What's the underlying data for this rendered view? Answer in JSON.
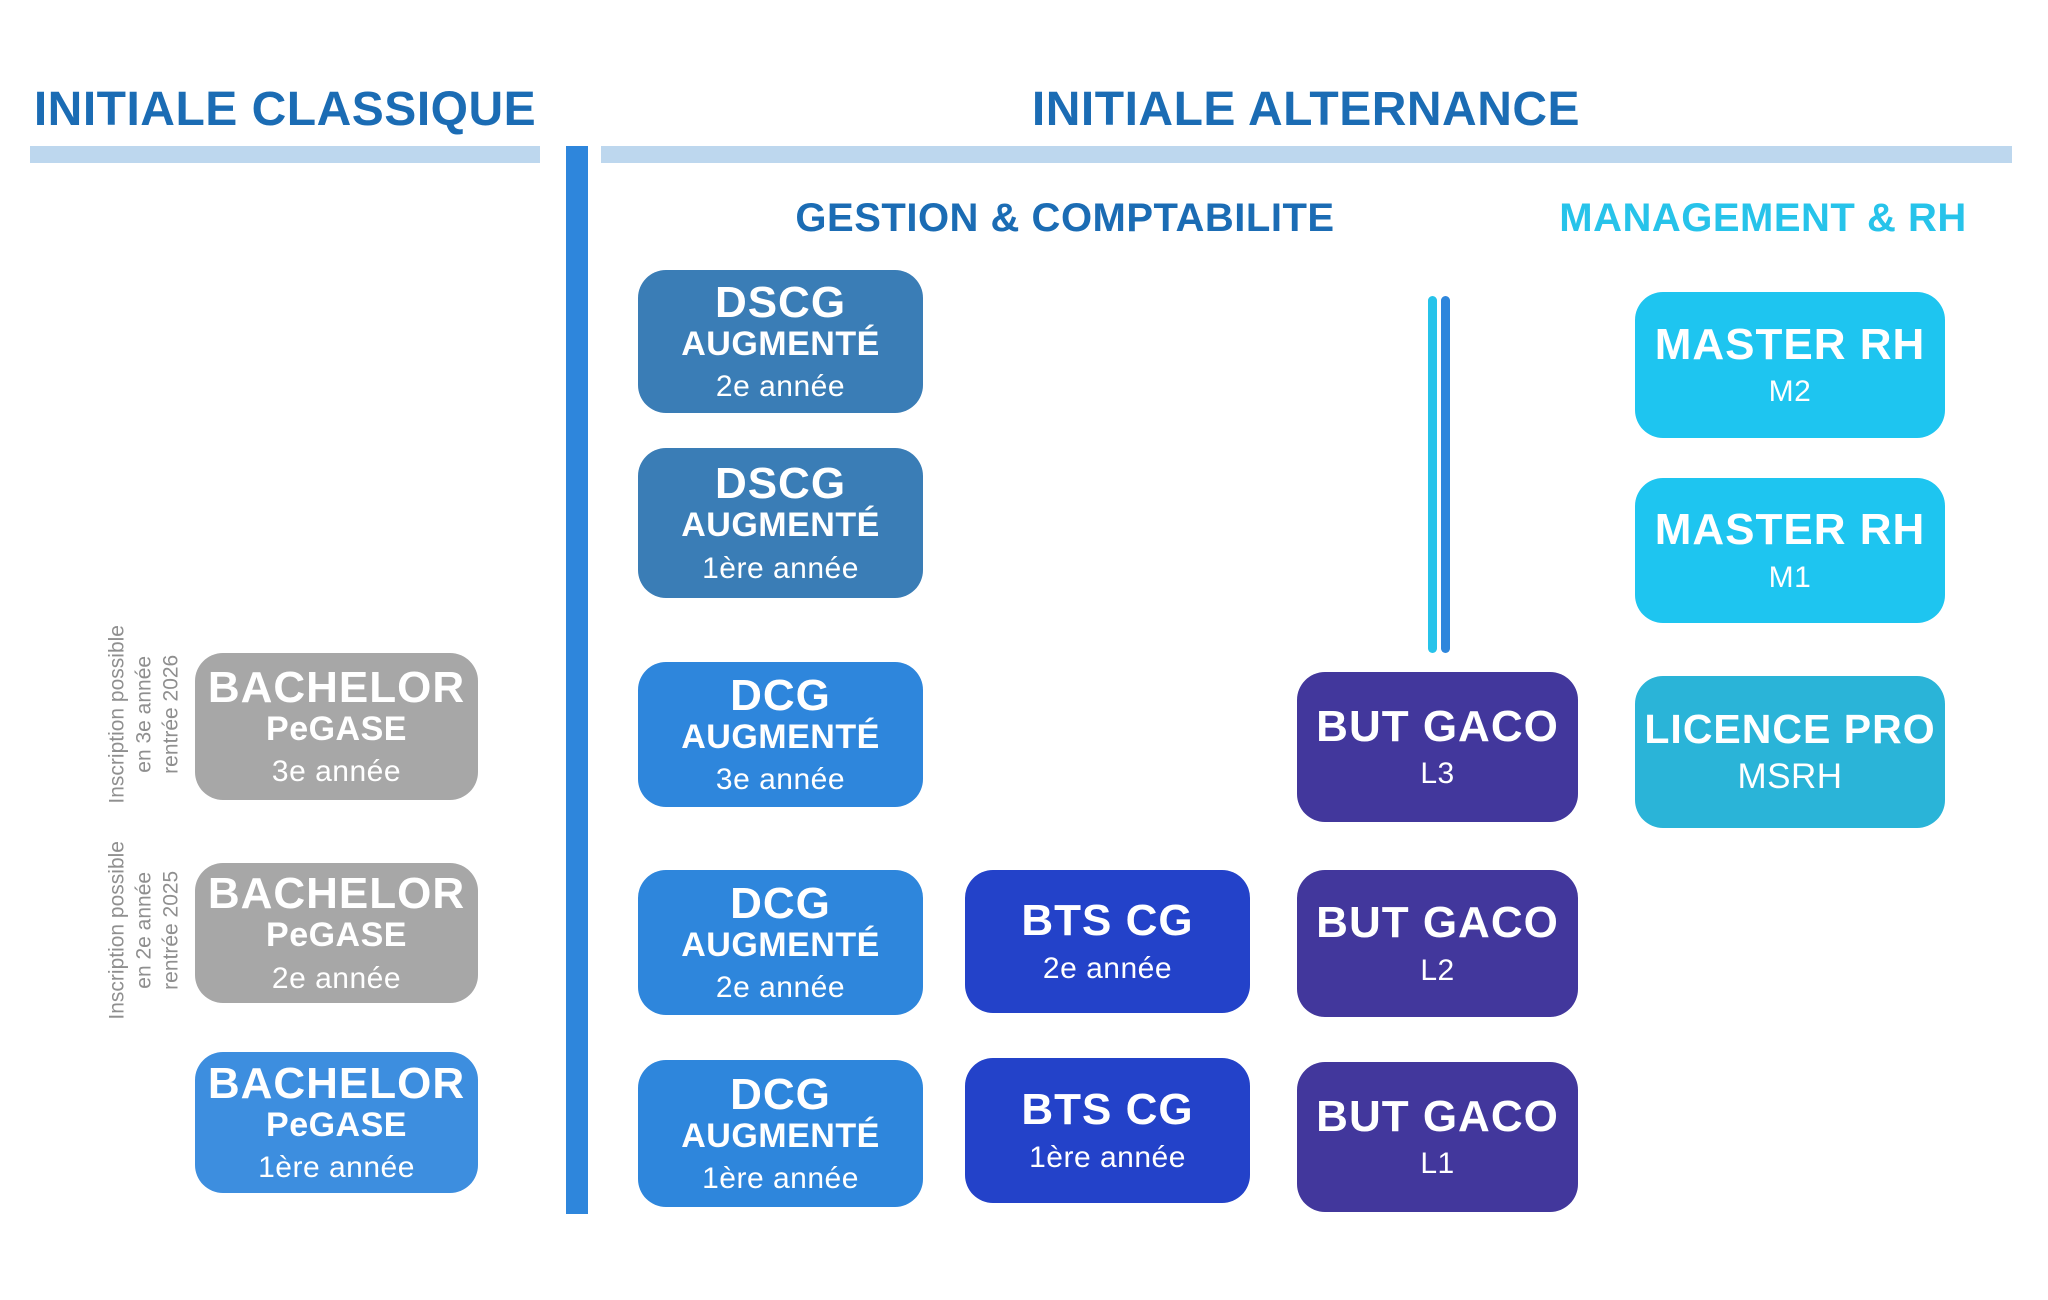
{
  "palette": {
    "header_blue": "#1B6CB4",
    "header_cyan": "#27C3EA",
    "underline_bar": "#BDD7EE",
    "divider_blue": "#2E86DC",
    "dscg_blue": "#3A7DB6",
    "dcg_blue": "#2E86DC",
    "bts_blue": "#2342C9",
    "but_indigo": "#42379C",
    "master_cyan": "#1EC5F0",
    "licence_cyan": "#2AB4D8",
    "bachelor_gray": "#A7A7A7",
    "bachelor_blue": "#3D8EDF",
    "note_gray": "#8F8F8F"
  },
  "classique": {
    "title": "INITIALE CLASSIQUE",
    "notes": [
      {
        "text": "Inscription possible\nen 3e année\nrentrée 2026"
      },
      {
        "text": "Inscription possible\nen 2e année\nrentrée 2025"
      }
    ],
    "boxes": [
      {
        "t1": "BACHELOR",
        "t2": "PeGASE",
        "t3": "3e année"
      },
      {
        "t1": "BACHELOR",
        "t2": "PeGASE",
        "t3": "2e année"
      },
      {
        "t1": "BACHELOR",
        "t2": "PeGASE",
        "t3": "1ère année"
      }
    ]
  },
  "alternance": {
    "title": "INITIALE ALTERNANCE",
    "gestion": {
      "title": "GESTION & COMPTABILITE",
      "dscg": [
        {
          "t1": "DSCG",
          "t2": "AUGMENTÉ",
          "t3": "2e année"
        },
        {
          "t1": "DSCG",
          "t2": "AUGMENTÉ",
          "t3": "1ère année"
        }
      ],
      "dcg": [
        {
          "t1": "DCG",
          "t2": "AUGMENTÉ",
          "t3": "3e année"
        },
        {
          "t1": "DCG",
          "t2": "AUGMENTÉ",
          "t3": "2e année"
        },
        {
          "t1": "DCG",
          "t2": "AUGMENTÉ",
          "t3": "1ère année"
        }
      ],
      "bts": [
        {
          "t1": "BTS CG",
          "t3": "2e année"
        },
        {
          "t1": "BTS CG",
          "t3": "1ère année"
        }
      ],
      "but": [
        {
          "t1": "BUT GACO",
          "t3": "L3"
        },
        {
          "t1": "BUT GACO",
          "t3": "L2"
        },
        {
          "t1": "BUT GACO",
          "t3": "L1"
        }
      ]
    },
    "management": {
      "title": "MANAGEMENT & RH",
      "boxes": [
        {
          "t1": "MASTER RH",
          "t3": "M2"
        },
        {
          "t1": "MASTER RH",
          "t3": "M1"
        },
        {
          "t1": "LICENCE PRO",
          "t3": "MSRH"
        }
      ]
    }
  }
}
